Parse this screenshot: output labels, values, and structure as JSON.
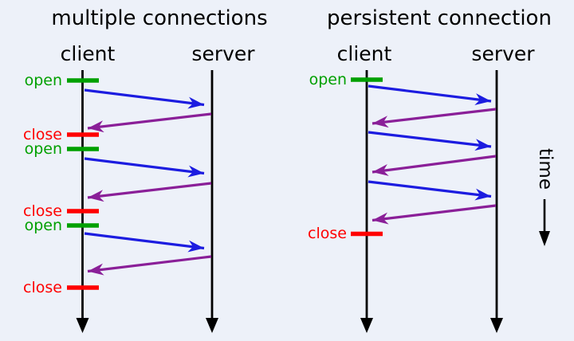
{
  "colors": {
    "background": "#edf1f9",
    "lifeline": "#000000",
    "open": "#00a000",
    "close": "#ff0000",
    "request": "#1c1ce0",
    "response": "#8a1f98"
  },
  "left_diagram": {
    "title": "multiple connections",
    "client_label": "client",
    "server_label": "server",
    "open_label": "open",
    "close_label": "close",
    "events": [
      "open",
      "request",
      "response",
      "close",
      "open",
      "request",
      "response",
      "close",
      "open",
      "request",
      "response",
      "close"
    ]
  },
  "right_diagram": {
    "title": "persistent connection",
    "client_label": "client",
    "server_label": "server",
    "open_label": "open",
    "close_label": "close",
    "events": [
      "open",
      "request",
      "response",
      "request",
      "response",
      "request",
      "response",
      "close"
    ]
  },
  "time_axis": {
    "label": "time"
  }
}
